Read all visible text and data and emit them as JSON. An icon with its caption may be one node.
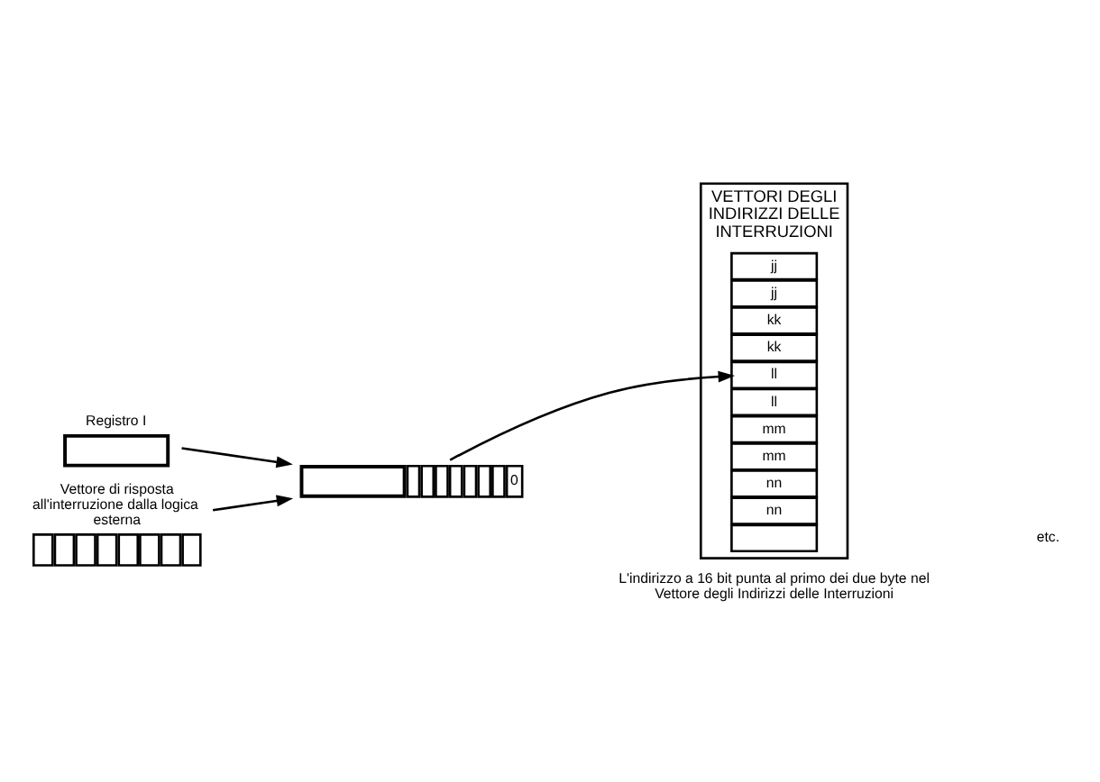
{
  "diagram": {
    "nodes": [
      {
        "text": [
          "Registro I"
        ]
      },
      {
        "text": [
          "Vettore di risposta all'interruzione dalla logica esterna"
        ]
      },
      {
        "text": [
          "0"
        ]
      },
      {
        "text": [
          "VETTORI DEGLI INDIRIZZI DELLE INTERRUZIONI"
        ]
      },
      {
        "text": [
          "jj"
        ],
        "in": 3
      },
      {
        "text": [
          "jj"
        ],
        "in": 3
      },
      {
        "text": [
          "kk"
        ],
        "in": 3
      },
      {
        "text": [
          "kk"
        ],
        "in": 3
      },
      {
        "text": [
          "ll"
        ],
        "in": 3
      },
      {
        "text": [
          "ll"
        ],
        "in": 3
      },
      {
        "text": [
          "mm"
        ],
        "in": 3
      },
      {
        "text": [
          "mm"
        ],
        "in": 3
      },
      {
        "text": [
          "nn"
        ],
        "in": 3
      },
      {
        "text": [
          "nn"
        ],
        "in": 3
      },
      {
        "text": [],
        "shape": "box",
        "in": 3
      }
    ],
    "edges": [
      {
        "from": 0,
        "to": 2,
        "arrow": "to"
      },
      {
        "from": 1,
        "to": 2,
        "arrow": "to"
      },
      {
        "from": 2,
        "to": 8,
        "arrow": "to"
      }
    ],
    "labels": [
      "L'indirizzo a 16 bit punta al primo dei due byte nel Vettore degli Indirizzi delle Interruzioni",
      "etc."
    ]
  }
}
